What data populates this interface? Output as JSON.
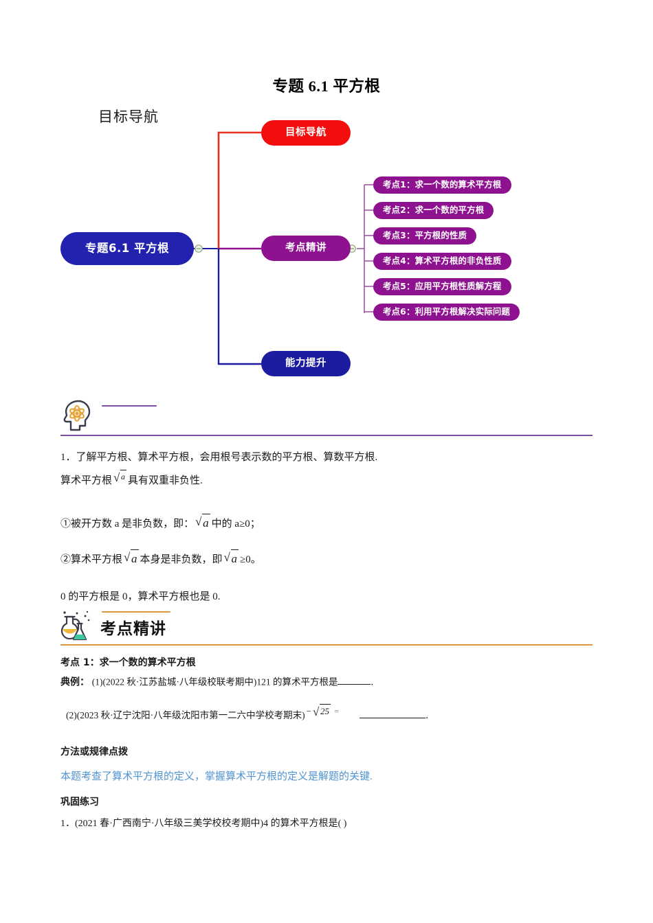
{
  "document": {
    "title": "专题 6.1 平方根"
  },
  "mindmap": {
    "caption": "目标导航",
    "root": {
      "label": "专题6.1 平方根",
      "color": "#2222ae"
    },
    "branches": [
      {
        "label": "目标导航",
        "color": "#f40d0d"
      },
      {
        "label": "考点精讲",
        "color": "#8e1190"
      },
      {
        "label": "能力提升",
        "color": "#1c1c9e"
      }
    ],
    "leaves": [
      {
        "label": "考点1：求一个数的算术平方根"
      },
      {
        "label": "考点2：求一个数的平方根"
      },
      {
        "label": "考点3：平方根的性质"
      },
      {
        "label": "考点4：算术平方根的非负性质"
      },
      {
        "label": "考点5：应用平方根性质解方程"
      },
      {
        "label": "考点6：利用平方根解决实际问题"
      }
    ],
    "connector_colors": {
      "red": "#e8301c",
      "purple": "#8e1190",
      "navy": "#1c1c9e",
      "leaf": "#9a4aa0"
    }
  },
  "section_goal": {
    "icon": "head-brain-icon",
    "rule_color": "#7b4fa0",
    "title": ""
  },
  "goal_body": {
    "line1_a": "1．了解平方根、算术平方根，会用根号表示数的平方根、算数平方根.",
    "line2_a": "算术平方根",
    "line2_radicand": "a",
    "line2_b": "具有双重非负性.",
    "item1_a": "①被开方数 a 是非负数，即：",
    "item1_radicand": "a",
    "item1_b": "中的 a≥0；",
    "item2_a": "②算术平方根",
    "item2_radicand1": "a",
    "item2_b": "本身是非负数，即",
    "item2_radicand2": "a",
    "item2_c": "≥0。",
    "line_zero": "0 的平方根是 0，算术平方根也是 0."
  },
  "section_detail": {
    "icon": "lab-flask-icon",
    "title": "考点精讲",
    "rule_color": "#d9963c"
  },
  "detail_body": {
    "kaodian_heading": "考点 1：求一个数的算术平方根",
    "example_label": "典例：",
    "example_1": "(1)(2022 秋·江苏盐城·八年级校联考期中)121 的算术平方根是",
    "example_1_tail": ".",
    "example_2_a": "(2)(2023 秋·辽宁沈阳·八年级沈阳市第一二六中学校考期末)",
    "example_2_formula_sign": "−",
    "example_2_radicand": "25",
    "example_2_eq": "=",
    "example_2_tail": ".",
    "method_heading": "方法或规律点拨",
    "method_text": "本题考查了算术平方根的定义，掌握算术平方根的定义是解题的关键.",
    "practice_heading": "巩固练习",
    "practice_1": "1．(2021 春·广西南宁·八年级三美学校校考期中)4 的算术平方根是(    )"
  },
  "colors": {
    "accent_purple": "#7b4fa0",
    "accent_orange": "#d9963c",
    "blue_note": "#4f93d1"
  }
}
